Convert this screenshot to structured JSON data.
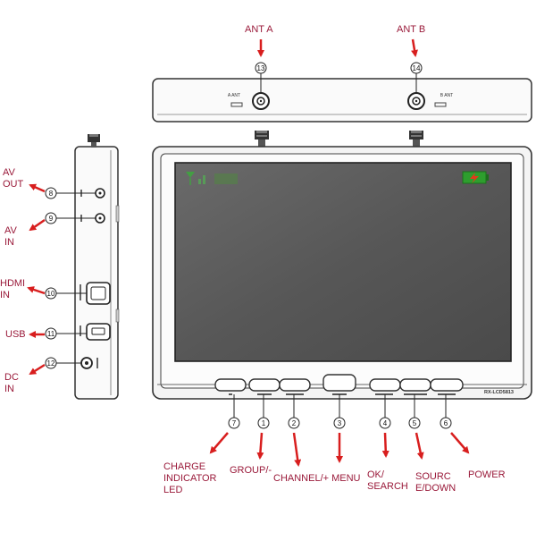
{
  "colors": {
    "label": "#9a1a3a",
    "arrow": "#d81e1e",
    "outline": "#333333",
    "screen": "#595959",
    "screen_glow": "#7a7a7a",
    "bezel": "#f2f2f2",
    "battery": "#2e9e2e",
    "battery_bolt": "#e23a1a"
  },
  "labels": {
    "ant_a": "ANT A",
    "ant_b": "ANT B",
    "av_out": [
      "AV",
      "OUT"
    ],
    "av_in": [
      "AV",
      "IN"
    ],
    "hdmi_in": [
      "HDMI",
      "IN"
    ],
    "usb": "USB",
    "dc_in": [
      "DC",
      "IN"
    ],
    "charge_led": [
      "CHARGE",
      "INDICATOR",
      "LED"
    ],
    "group": "GROUP/-",
    "channel_menu": "CHANNEL/+ MENU",
    "ok_search": [
      "OK/",
      "SEARCH"
    ],
    "source_down": [
      "SOURC",
      "E/DOWN"
    ],
    "power": "POWER"
  },
  "numbers": {
    "n13": "13",
    "n14": "14",
    "n8": "8",
    "n9": "9",
    "n10": "10",
    "n11": "11",
    "n12": "12",
    "n7": "7",
    "n1": "1",
    "n2": "2",
    "n3": "3",
    "n4": "4",
    "n5": "5",
    "n6": "6"
  },
  "device": {
    "model": "RX-LCD5813",
    "top_port_a": "A ANT",
    "top_port_b": "B ANT"
  },
  "icons": {
    "channel_indicator": "antenna-signal-icon",
    "battery": "battery-charging-icon"
  }
}
